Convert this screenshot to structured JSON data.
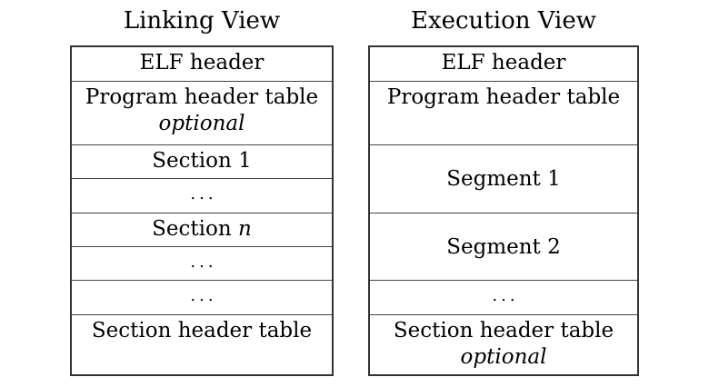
{
  "linking": {
    "title": "Linking View",
    "rows": {
      "elf_header": "ELF header",
      "program_header_table": "Program header table",
      "program_header_note": "optional",
      "section_1": "Section 1",
      "ellipsis_1": "...",
      "section_n_prefix": "Section ",
      "section_n_var": "n",
      "ellipsis_2": "...",
      "ellipsis_3": "...",
      "section_header_table": "Section header table"
    }
  },
  "execution": {
    "title": "Execution View",
    "rows": {
      "elf_header": "ELF header",
      "program_header_table": "Program header table",
      "segment_1": "Segment 1",
      "segment_2": "Segment 2",
      "ellipsis": "...",
      "section_header_table": "Section header table",
      "section_header_note": "optional"
    }
  }
}
